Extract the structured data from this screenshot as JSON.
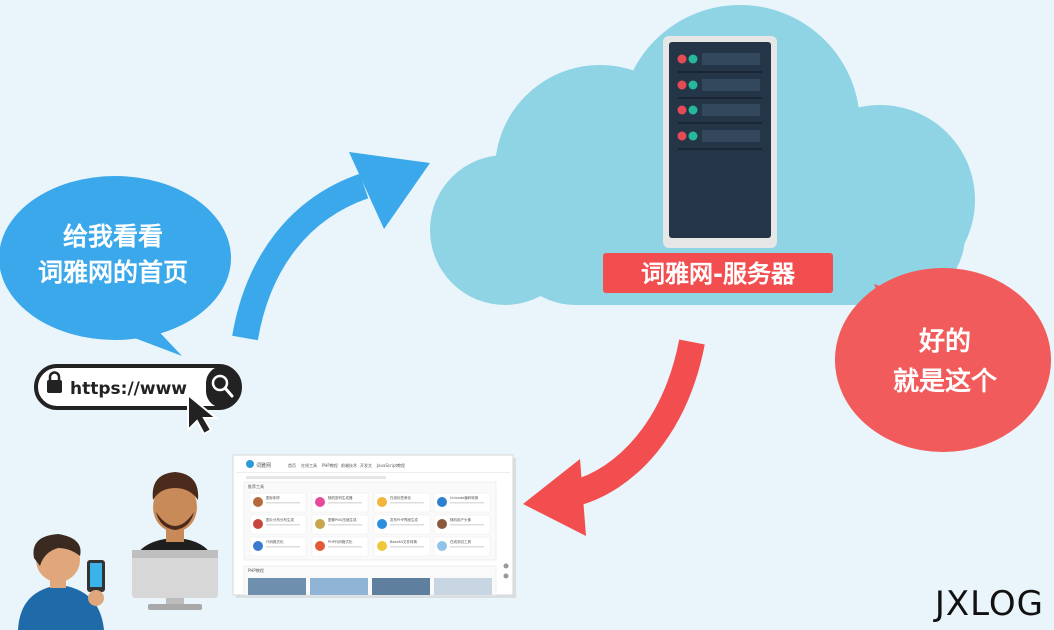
{
  "left_bubble": {
    "line1": "给我看看",
    "line2": "词雅网的首页"
  },
  "right_bubble": {
    "line1": "好的",
    "line2": "就是这个"
  },
  "url_bar": {
    "text": "https://www"
  },
  "server": {
    "label": "词雅网-服务器"
  },
  "webpage": {
    "nav": [
      "首页",
      "在线工具",
      "PHP教程",
      "前端技术",
      "开发文",
      "JavaScript教程"
    ],
    "section_title": "推荐工具",
    "cards": [
      "图标制作",
      "随机密码生成器",
      "在线标签美化",
      "Unicode编码转换",
      "图片分布分布生成",
      "图像PNG压缩生成",
      "发布PHP界面生成",
      "随机用户头像",
      "代码格式化",
      "PHP代码格式化",
      "Base64文件转换",
      "在线测试工具"
    ],
    "section2_title": "PHP教程"
  },
  "brand": "JXLOG",
  "colors": {
    "background": "#e9f4fb",
    "cloud": "#8fd4e4",
    "left_bubble": "#3aa8ea",
    "right_bubble": "#f25b5b",
    "blue_arrow": "#3aa8ea",
    "red_arrow": "#f24e50",
    "server_body": "#253548",
    "server_label_bg": "#f24e50"
  }
}
